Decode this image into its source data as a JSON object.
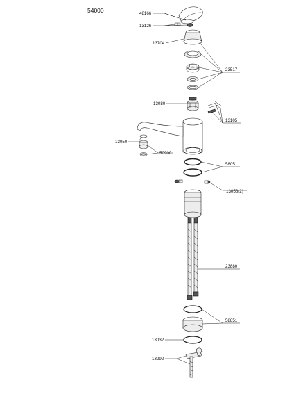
{
  "title": "54000",
  "labels": {
    "p48166": "48166",
    "p13126": "13126",
    "p13704": "13704",
    "p23517": "23517",
    "p13080": "13080",
    "p13105": "13105",
    "p13050": "13050",
    "p50900": "50900",
    "p58051": "58051",
    "p13056": "13056(2)",
    "p23880": "23880",
    "p58851": "58851",
    "p13032": "13032",
    "p13292": "13292"
  }
}
